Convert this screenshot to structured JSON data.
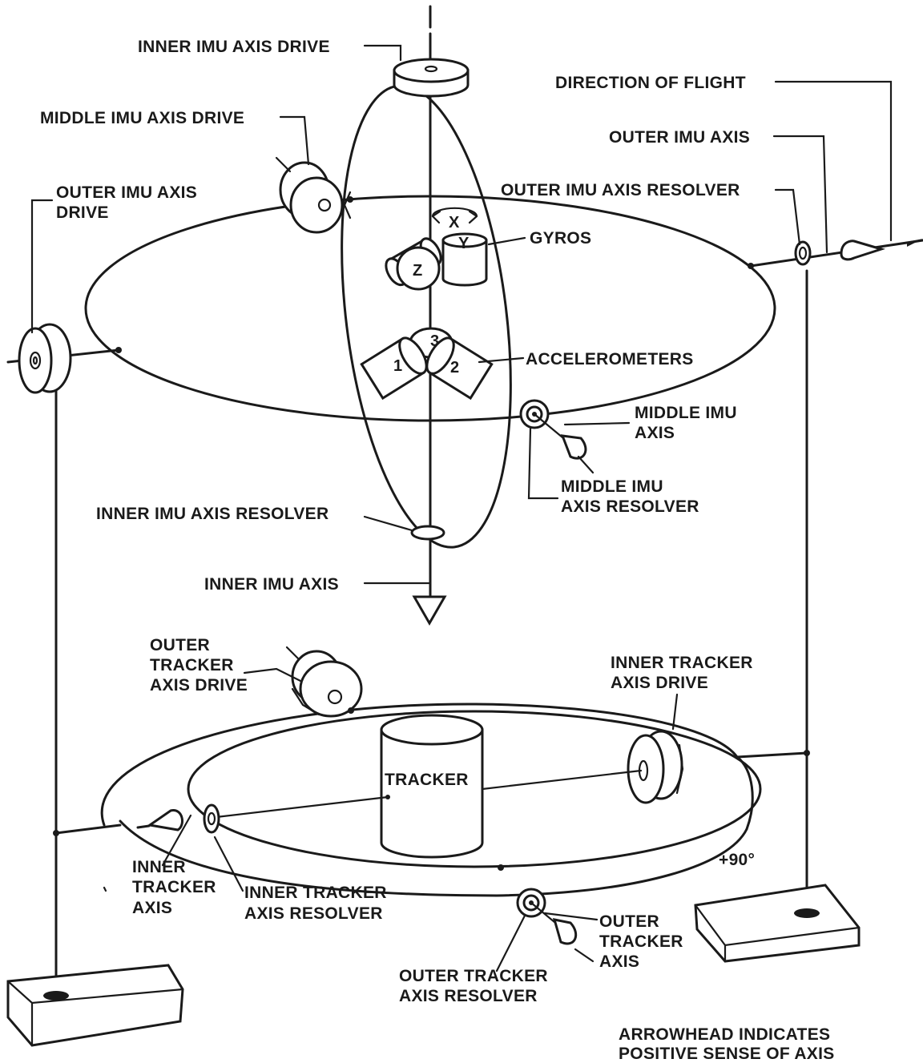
{
  "labels": {
    "inner_imu_axis_drive": "INNER IMU AXIS DRIVE",
    "direction_of_flight": "DIRECTION OF FLIGHT",
    "middle_imu_axis_drive": "MIDDLE IMU AXIS DRIVE",
    "outer_imu_axis": "OUTER IMU AXIS",
    "outer_imu_axis_drive_1": "OUTER IMU AXIS",
    "outer_imu_axis_drive_2": "DRIVE",
    "outer_imu_axis_resolver": "OUTER IMU AXIS RESOLVER",
    "gyros": "GYROS",
    "accelerometers": "ACCELEROMETERS",
    "middle_imu_axis_1": "MIDDLE IMU",
    "middle_imu_axis_2": "AXIS",
    "middle_imu_axis_resolver_1": "MIDDLE IMU",
    "middle_imu_axis_resolver_2": "AXIS RESOLVER",
    "inner_imu_axis_resolver": "INNER IMU AXIS RESOLVER",
    "inner_imu_axis": "INNER IMU AXIS",
    "outer_tracker_axis_drive_1": "OUTER",
    "outer_tracker_axis_drive_2": "TRACKER",
    "outer_tracker_axis_drive_3": "AXIS DRIVE",
    "inner_tracker_axis_drive_1": "INNER TRACKER",
    "inner_tracker_axis_drive_2": "AXIS DRIVE",
    "tracker": "TRACKER",
    "plus_90": "+90°",
    "inner_tracker_axis_1": "INNER",
    "inner_tracker_axis_2": "TRACKER",
    "inner_tracker_axis_3": "AXIS",
    "inner_tracker_axis_resolver_1": "INNER TRACKER",
    "inner_tracker_axis_resolver_2": "AXIS RESOLVER",
    "outer_tracker_axis_1": "OUTER",
    "outer_tracker_axis_2": "TRACKER",
    "outer_tracker_axis_3": "AXIS",
    "outer_tracker_axis_resolver_1": "OUTER TRACKER",
    "outer_tracker_axis_resolver_2": "AXIS RESOLVER",
    "note_1": "ARROWHEAD INDICATES",
    "note_2": "POSITIVE SENSE OF AXIS"
  },
  "gyro_labels": {
    "x": "X",
    "y": "Y",
    "z": "Z"
  },
  "accelerometer_labels": {
    "a1": "1",
    "a2": "2",
    "a3": "3"
  },
  "colors": {
    "ink": "#1a1a1a",
    "paper": "#ffffff"
  }
}
